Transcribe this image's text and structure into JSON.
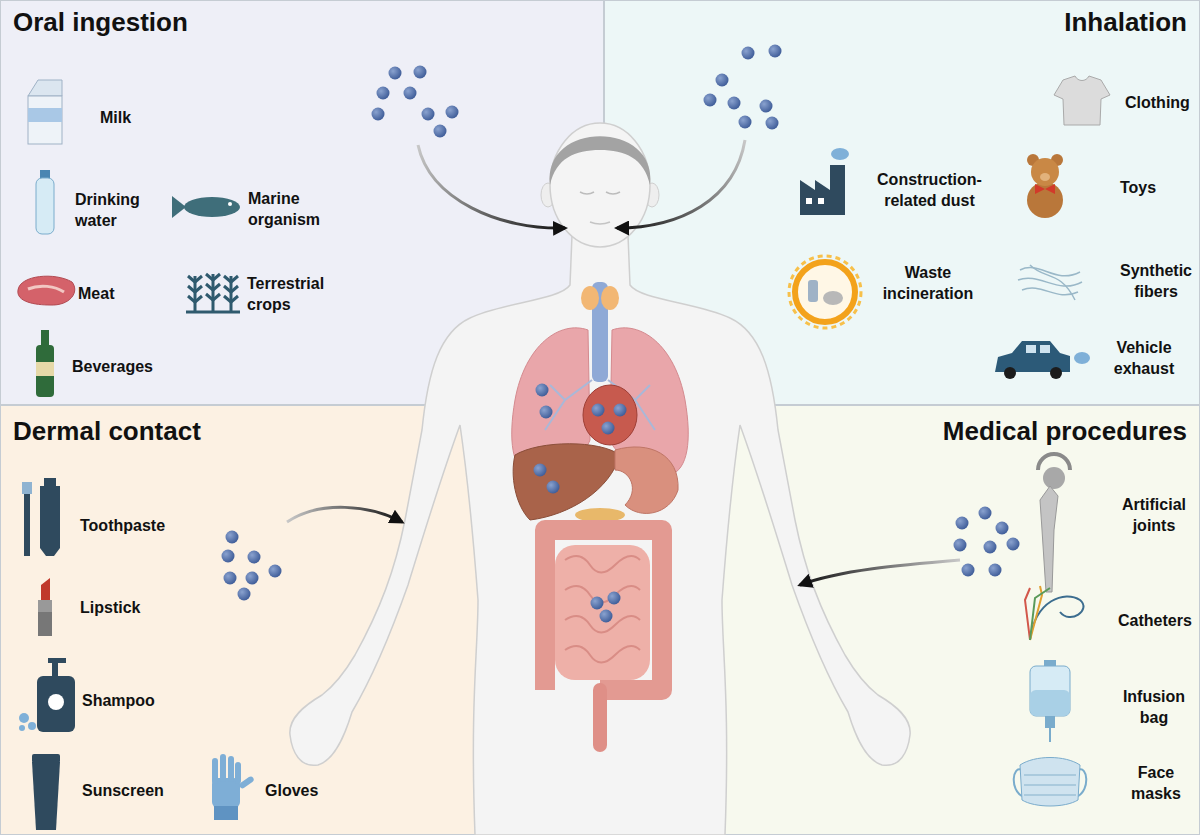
{
  "diagram": {
    "nodes": [
      {
        "text": [
          "Oral ingestion"
        ]
      },
      {
        "text": [
          "Inhalation"
        ]
      },
      {
        "text": [
          "Dermal contact"
        ]
      },
      {
        "text": [
          "Medical procedures"
        ]
      }
    ],
    "labels": [
      "Milk",
      "Drinking water",
      "Marine organism",
      "Meat",
      "Terrestrial crops",
      "Beverages",
      "Clothing",
      "Construction-related dust",
      "Toys",
      "Waste incineration",
      "Synthetic fibers",
      "Vehicle exhaust",
      "Toothpaste",
      "Lipstick",
      "Shampoo",
      "Sunscreen",
      "Gloves",
      "Artificial joints",
      "Catheters",
      "Infusion bag",
      "Face masks"
    ]
  }
}
